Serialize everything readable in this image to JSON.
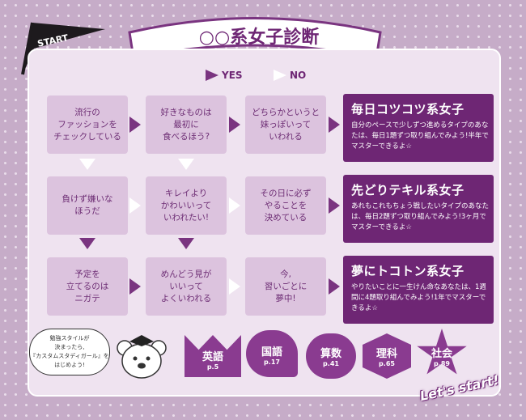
{
  "header": {
    "start": "START",
    "title": "○○系女子診断",
    "yes": "YES",
    "no": "NO"
  },
  "boxes": [
    "流行の\nファッションを\nチェックしている",
    "好きなものは\n最初に\n食べるほう?",
    "どちらかというと\n妹っぽいって\nいわれる",
    "負けず嫌いな\nほうだ",
    "キレイより\nかわいいって\nいわれたい!",
    "その日に必ず\nやることを\n決めている",
    "予定を\n立てるのは\nニガテ",
    "めんどう見が\nいいって\nよくいわれる",
    "今,\n習いごとに\n夢中!"
  ],
  "results": [
    {
      "title": "毎日コツコツ系女子",
      "desc": "自分のペースで少しずつ進めるタイプのあなたは、毎日1題ずつ取り組んでみよう!半年でマスターできるよ☆"
    },
    {
      "title": "先どりテキル系女子",
      "desc": "あれもこれもちょう戦したいタイプのあなたは、毎日2題ずつ取り組んでみよう!3ヶ月でマスターできるよ☆"
    },
    {
      "title": "夢にトコトン系女子",
      "desc": "やりたいことに一生けん命なあなたは、1週間に4題取り組んでみよう!1年でマスターできるよ☆"
    }
  ],
  "speech": "勉強スタイルが\n決まったら,\n『カスタムスタディガール』を\nはじめよう!",
  "subjects": [
    {
      "name": "英語",
      "page": "p.5"
    },
    {
      "name": "国語",
      "page": "p.17"
    },
    {
      "name": "算数",
      "page": "p.41"
    },
    {
      "name": "理科",
      "page": "p.65"
    },
    {
      "name": "社会",
      "page": "p.89"
    }
  ],
  "footer": "Let's start!",
  "colors": {
    "purple": "#6e2674",
    "box": "#dcc3de",
    "arrow": "#7a3480"
  }
}
